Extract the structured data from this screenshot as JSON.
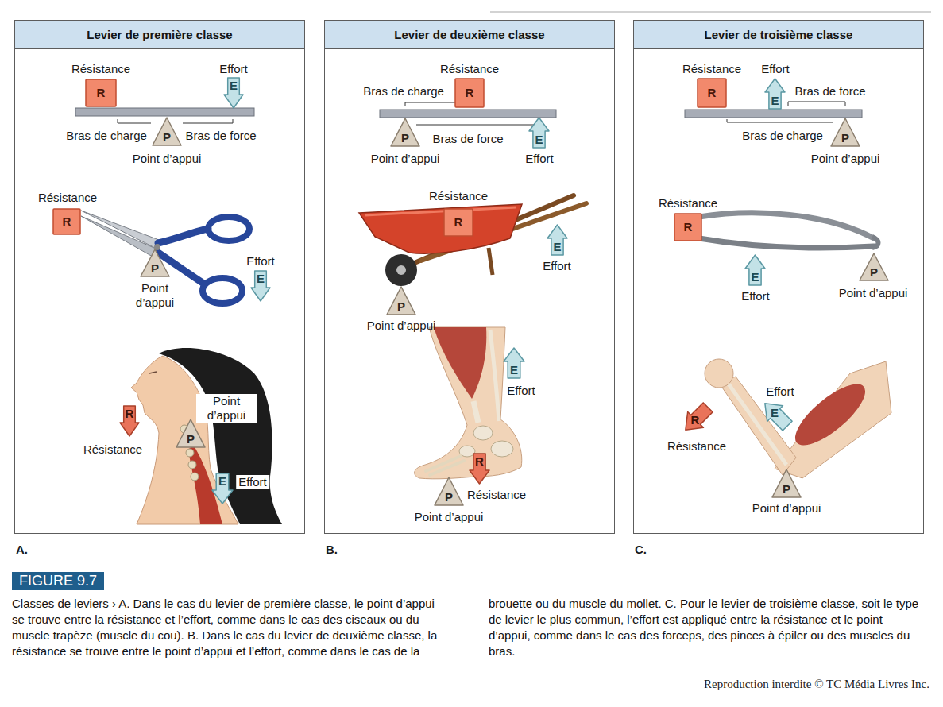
{
  "diagram": {
    "title": "FIGURE 9.7",
    "caption": "Classes de leviers › A. Dans le cas du levier de première classe, le point d’appui se trouve entre la résistance et l’effort, comme dans le cas des ciseaux ou du muscle trapèze (muscle du cou). B. Dans le cas du levier de deuxième classe, la résistance se trouve entre le point d’appui et l’effort, comme dans le cas de la brouette ou du muscle du mollet. C. Pour le levier de troisième classe, soit le type de levier le plus commun, l’effort est appliqué entre la résistance et le point d’appui, comme dans le cas des forceps, des pinces à épiler ou des muscles du bras.",
    "nodes": [
      {
        "text": [
          "Levier de première classe"
        ]
      },
      {
        "text": [
          "R"
        ],
        "in": 0
      },
      {
        "text": [
          "E"
        ],
        "in": 0
      },
      {
        "text": [
          "P"
        ],
        "in": 0
      },
      {
        "text": [
          "R"
        ],
        "in": 0
      },
      {
        "text": [
          "P"
        ],
        "in": 0
      },
      {
        "text": [
          "E"
        ],
        "in": 0
      },
      {
        "text": [
          "R"
        ],
        "in": 0
      },
      {
        "text": [
          "P"
        ],
        "in": 0
      },
      {
        "text": [
          "E"
        ],
        "in": 0
      },
      {
        "text": [
          "Levier de deuxième classe"
        ]
      },
      {
        "text": [
          "R"
        ],
        "in": 10
      },
      {
        "text": [
          "P"
        ],
        "in": 10
      },
      {
        "text": [
          "E"
        ],
        "in": 10
      },
      {
        "text": [
          "R"
        ],
        "in": 10
      },
      {
        "text": [
          "E"
        ],
        "in": 10
      },
      {
        "text": [
          "P"
        ],
        "in": 10
      },
      {
        "text": [
          "E"
        ],
        "in": 10
      },
      {
        "text": [
          "R"
        ],
        "in": 10
      },
      {
        "text": [
          "P"
        ],
        "in": 10
      },
      {
        "text": [
          "Levier de troisième classe"
        ]
      },
      {
        "text": [
          "R"
        ],
        "in": 20
      },
      {
        "text": [
          "E"
        ],
        "in": 20
      },
      {
        "text": [
          "P"
        ],
        "in": 20
      },
      {
        "text": [
          "R"
        ],
        "in": 20
      },
      {
        "text": [
          "E"
        ],
        "in": 20
      },
      {
        "text": [
          "P"
        ],
        "in": 20
      },
      {
        "text": [
          "E"
        ],
        "in": 20
      },
      {
        "text": [
          "R"
        ],
        "in": 20
      },
      {
        "text": [
          "P"
        ],
        "in": 20
      }
    ],
    "labels": [
      "Résistance",
      "Effort",
      "Bras de charge",
      "Bras de force",
      "Point d’appui",
      "Résistance",
      "Effort",
      "Point d’appui",
      "Point d’appui",
      "Résistance",
      "Effort",
      "Résistance",
      "Bras de charge",
      "Bras de force",
      "Point d’appui",
      "Effort",
      "Résistance",
      "Effort",
      "Point d’appui",
      "Effort",
      "Résistance",
      "Point d’appui",
      "Résistance",
      "Effort",
      "Bras de force",
      "Bras de charge",
      "Point d’appui",
      "Résistance",
      "Effort",
      "Point d’appui",
      "Effort",
      "Résistance",
      "Point d’appui",
      "A.",
      "B.",
      "C.",
      "Reproduction interdite © TC Média Livres Inc."
    ]
  }
}
